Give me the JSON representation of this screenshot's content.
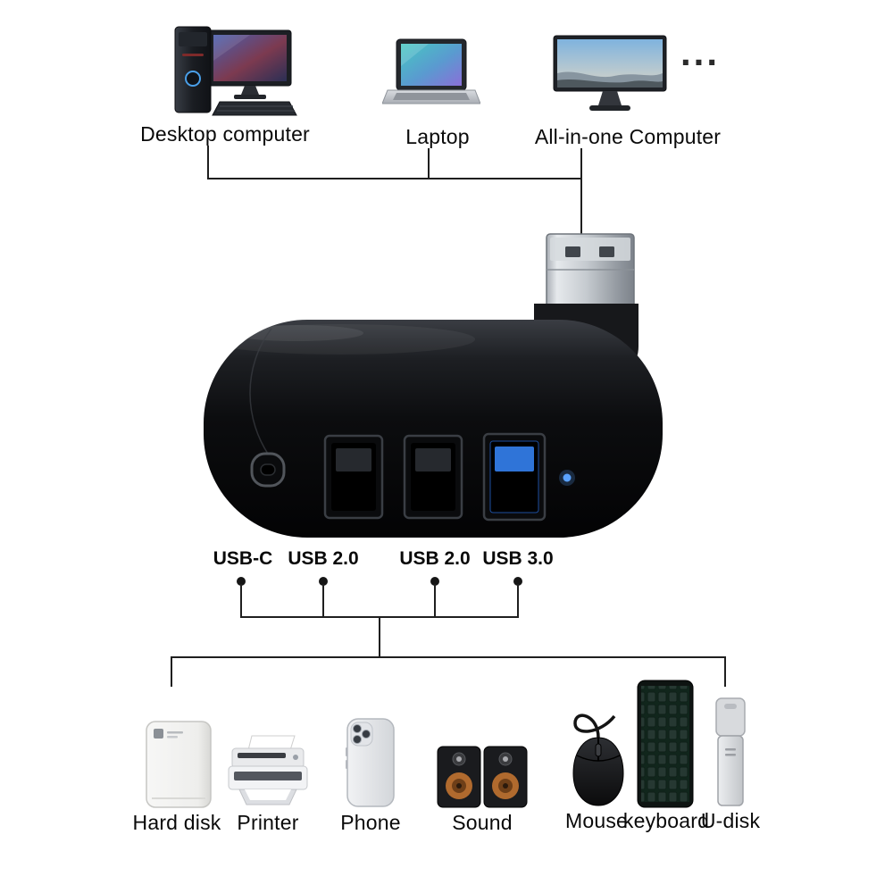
{
  "top_devices": [
    {
      "label": "Desktop computer"
    },
    {
      "label": "Laptop"
    },
    {
      "label": "All-in-one Computer"
    }
  ],
  "more_indicator": "...",
  "hub": {
    "ports": [
      {
        "label": "USB-C"
      },
      {
        "label": "USB 2.0"
      },
      {
        "label": "USB 2.0"
      },
      {
        "label": "USB 3.0"
      }
    ]
  },
  "bottom_devices": [
    {
      "label": "Hard disk"
    },
    {
      "label": "Printer"
    },
    {
      "label": "Phone"
    },
    {
      "label": "Sound"
    },
    {
      "label": "Mouse"
    },
    {
      "label": "keyboard"
    },
    {
      "label": "U-disk"
    }
  ],
  "colors": {
    "background": "#ffffff",
    "line": "#1f1f1f",
    "hub_body": "#0c0d0f",
    "usb3_port_accent": "#2f74d8",
    "led_indicator": "#5aa2ff",
    "speaker_cone": "#b06a2e"
  }
}
